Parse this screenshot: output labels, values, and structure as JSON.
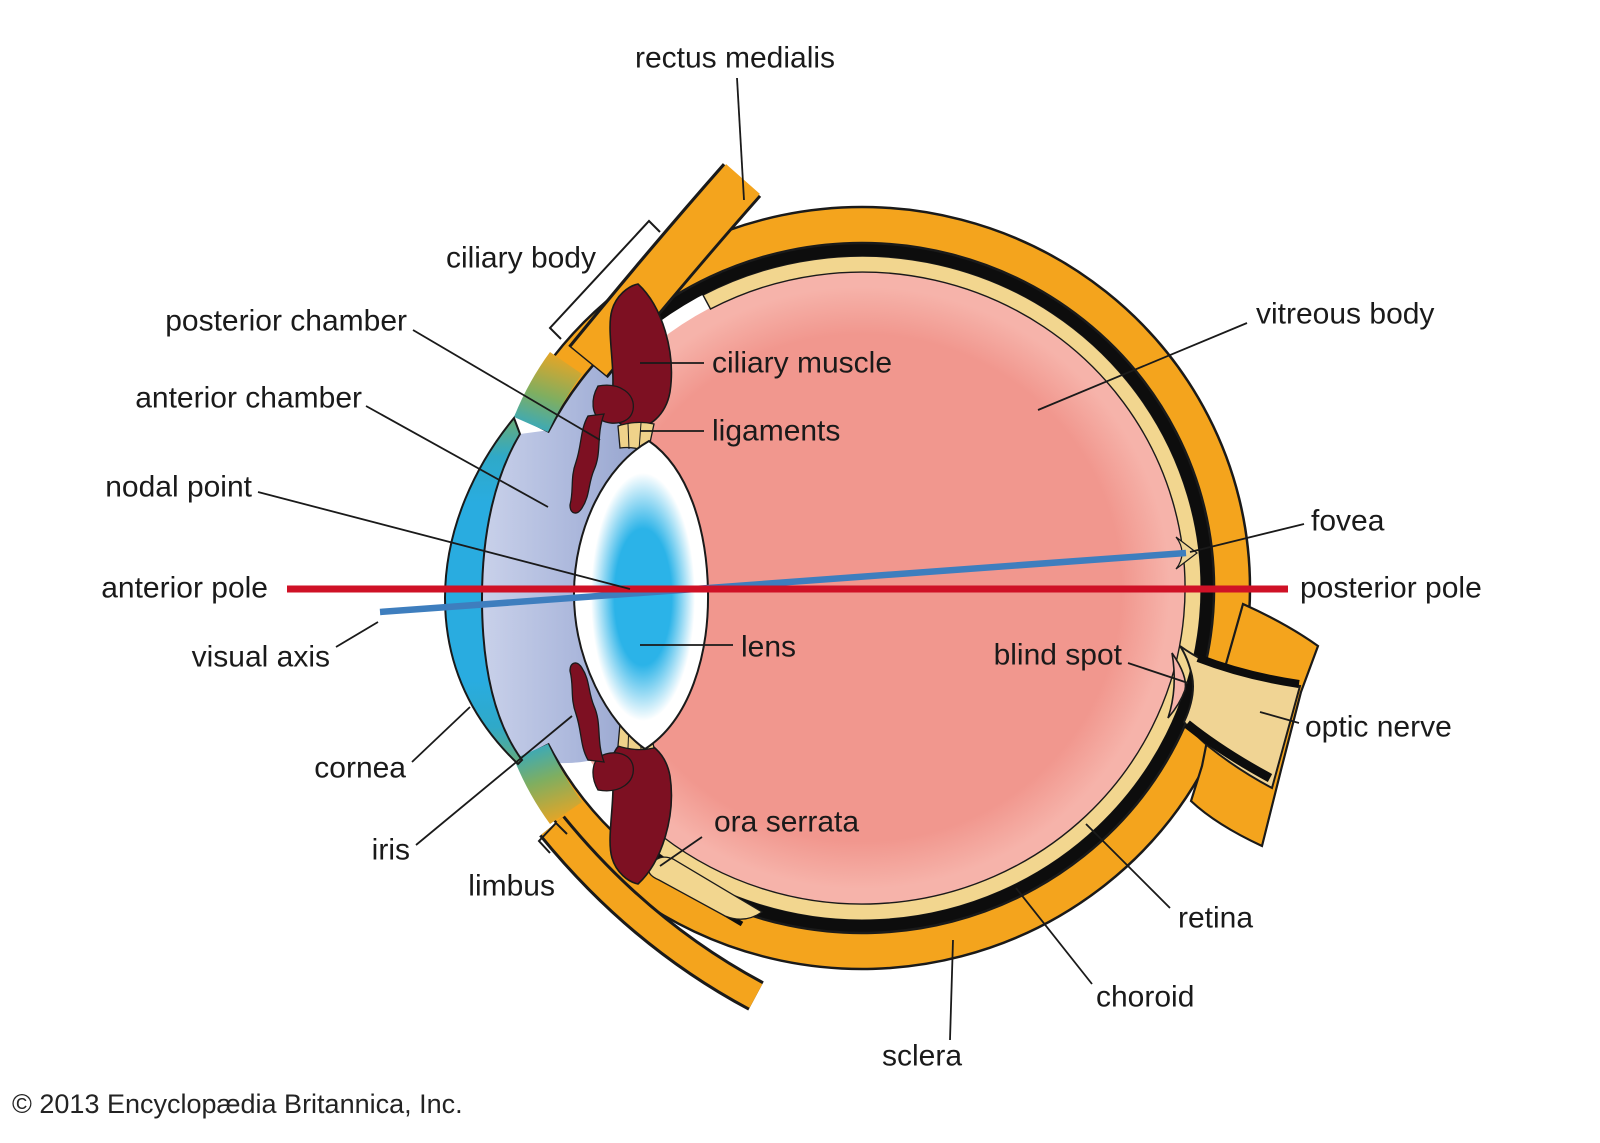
{
  "diagram": {
    "labels": {
      "rectus_medialis": "rectus medialis",
      "ciliary_body": "ciliary body",
      "posterior_chamber": "posterior chamber",
      "anterior_chamber": "anterior chamber",
      "nodal_point": "nodal point",
      "anterior_pole": "anterior pole",
      "visual_axis": "visual axis",
      "cornea": "cornea",
      "iris": "iris",
      "limbus": "limbus",
      "ciliary_muscle": "ciliary muscle",
      "ligaments": "ligaments",
      "lens": "lens",
      "vitreous_body": "vitreous body",
      "fovea": "fovea",
      "posterior_pole": "posterior pole",
      "blind_spot": "blind spot",
      "optic_nerve": "optic nerve",
      "ora_serrata": "ora serrata",
      "retina": "retina",
      "choroid": "choroid",
      "sclera": "sclera"
    },
    "footer": {
      "copyright": "© 2013 Encyclopædia Britannica, Inc."
    },
    "colors": {
      "sclera_orange": "#F4A41D",
      "retina_tan": "#F2D68F",
      "optic_nerve_tan": "#F0D494",
      "choroid_black": "#0D0D0D",
      "vitreous_pink": "#F1978E",
      "vitreous_rim_pink": "#F6B3AA",
      "cornea_cyan": "#29ACE0",
      "chamber_lavender": "#ACB8DC",
      "iris_maroon": "#7D1022",
      "lens_blue": "#2BB3E8",
      "axis_red": "#CF1126",
      "axis_blue": "#3E7EBE"
    }
  }
}
